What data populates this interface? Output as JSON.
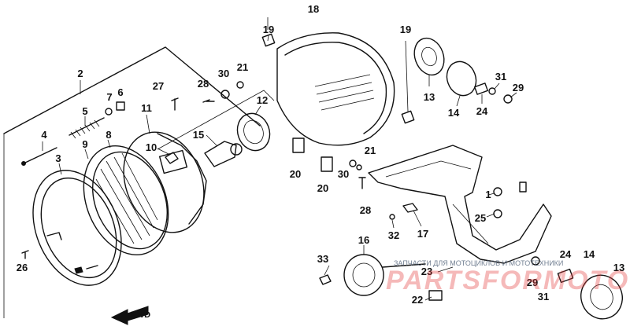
{
  "labels": {
    "n1": "1",
    "n2": "2",
    "n3": "3",
    "n4": "4",
    "n5": "5",
    "n6": "6",
    "n7": "7",
    "n8": "8",
    "n9": "9",
    "n10": "10",
    "n11": "11",
    "n12": "12",
    "n13a": "13",
    "n13b": "13",
    "n14a": "14",
    "n14b": "14",
    "n15": "15",
    "n16": "16",
    "n17": "17",
    "n18": "18",
    "n19a": "19",
    "n19b": "19",
    "n20a": "20",
    "n20b": "20",
    "n21a": "21",
    "n21b": "21",
    "n22": "22",
    "n23": "23",
    "n24a": "24",
    "n24b": "24",
    "n25": "25",
    "n26": "26",
    "n27": "27",
    "n28a": "28",
    "n28b": "28",
    "n29a": "29",
    "n29b": "29",
    "n30a": "30",
    "n30b": "30",
    "n31a": "31",
    "n31b": "31",
    "n32": "32",
    "n33": "33"
  },
  "fwd": "FWD",
  "watermark": {
    "text": "ЗАПЧАСТИ ДЛЯ МОТОЦИКЛОВ И МОТОТЕХНИКИ",
    "logo": "PARTSFORMOTO"
  },
  "colors": {
    "line": "#111111",
    "watermark_red": "#e43a3a",
    "watermark_text": "#5a6a80"
  }
}
